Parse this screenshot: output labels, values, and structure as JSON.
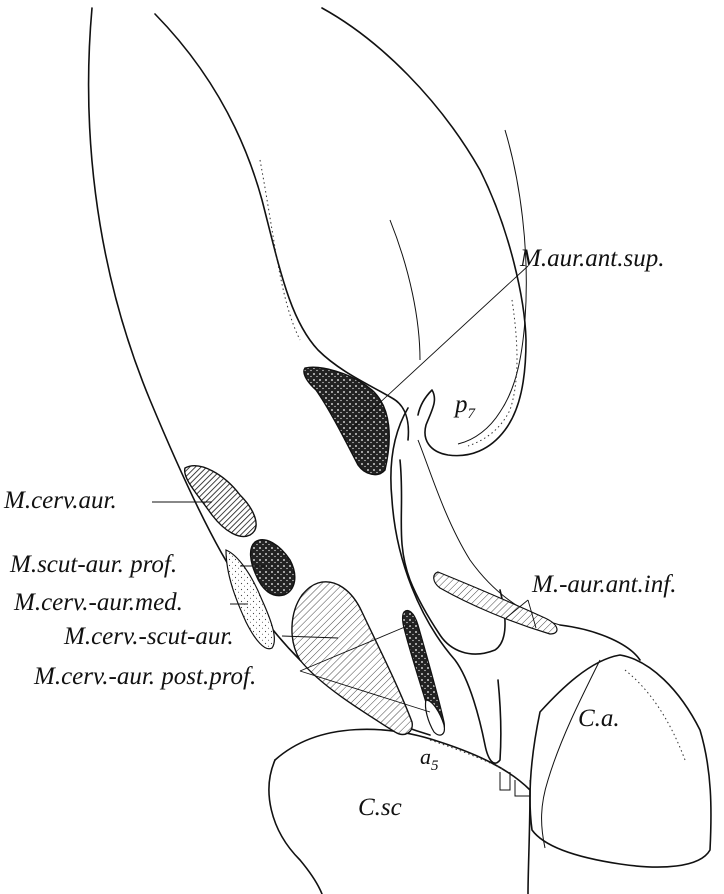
{
  "labels": {
    "aur_ant_sup": "M.aur.ant.sup.",
    "p7": "p",
    "p7_sub": "7",
    "cerv_aur": "M.cerv.aur.",
    "scut_aur_prof": "M.scut-aur. prof.",
    "cerv_aur_med": "M.cerv.-aur.med.",
    "aur_ant_inf": "M.-aur.ant.inf.",
    "cerv_scut_aur": "M.cerv.-scut-aur.",
    "cerv_aur_post_prof": "M.cerv.-aur. post.prof.",
    "a5": "a",
    "a5_sub": "5",
    "ca": "C.a.",
    "csc": "C.sc"
  },
  "colors": {
    "ink": "#111111",
    "muscle_fill": "#555555",
    "muscle_light": "#bbbbbb",
    "background": "#ffffff"
  }
}
